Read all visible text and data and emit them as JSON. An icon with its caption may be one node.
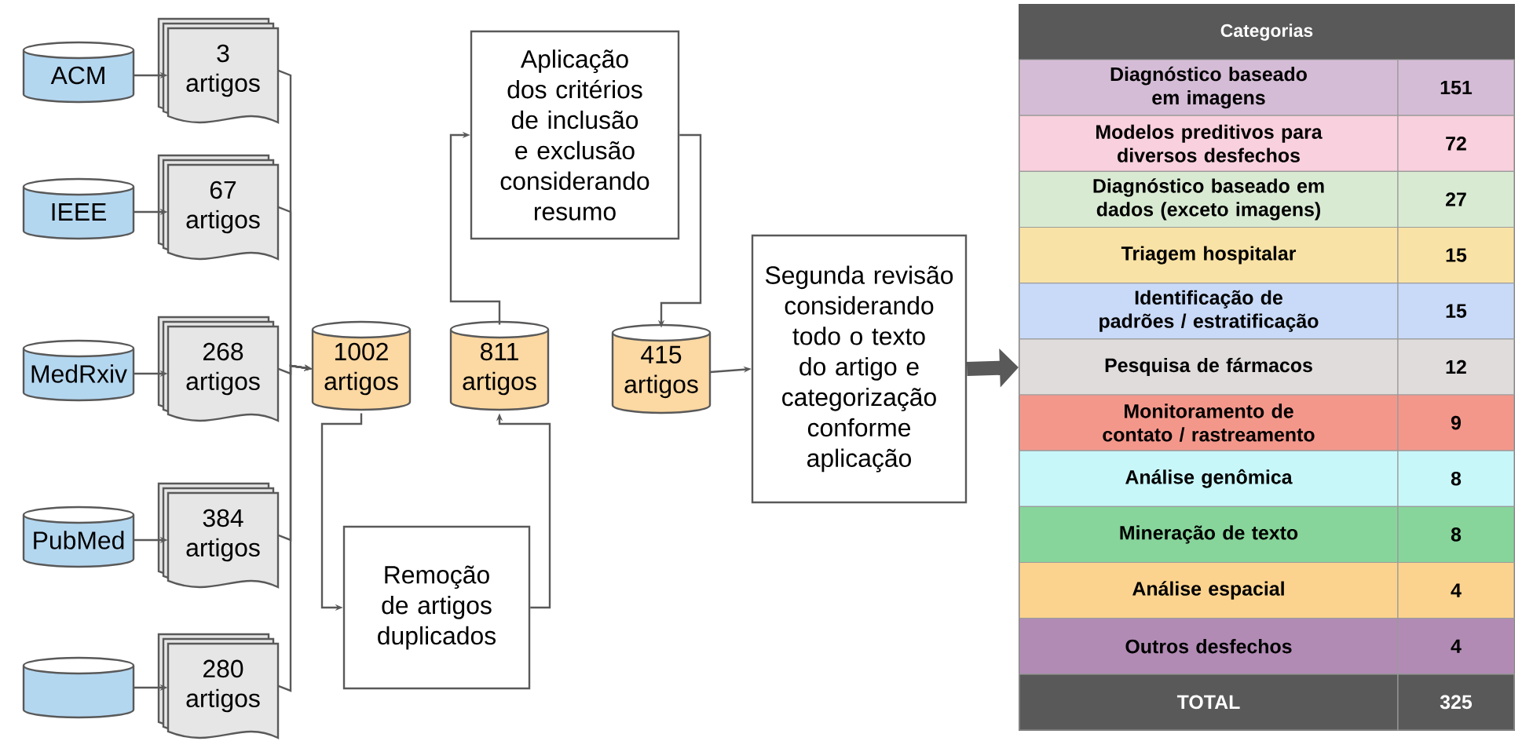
{
  "diagram": {
    "nodes": [
      {
        "text": [
          "ACM"
        ]
      },
      {
        "text": [
          "IEEE"
        ]
      },
      {
        "text": [
          "MedRxiv"
        ]
      },
      {
        "text": [
          "PubMed"
        ]
      },
      {
        "text": [],
        "shape": "cylinder"
      },
      {
        "text": [
          "3 artigos"
        ]
      },
      {
        "text": [
          "67 artigos"
        ]
      },
      {
        "text": [
          "268 artigos"
        ]
      },
      {
        "text": [
          "384 artigos"
        ]
      },
      {
        "text": [
          "280 artigos"
        ]
      },
      {
        "text": [
          "1002 artigos"
        ]
      },
      {
        "text": [
          "Remoção de artigos duplicados"
        ]
      },
      {
        "text": [
          "811 artigos"
        ]
      },
      {
        "text": [
          "Aplicação dos critérios de inclusão e exclusão considerando resumo"
        ]
      },
      {
        "text": [
          "415 artigos"
        ]
      },
      {
        "text": [
          "Segunda revisão considerando todo o texto do artigo e categorização conforme aplicação"
        ]
      },
      {
        "text": [
          "Categorias"
        ]
      }
    ],
    "edges": [
      {
        "from": 0,
        "to": 5,
        "arrow": "to"
      },
      {
        "from": 1,
        "to": 6,
        "arrow": "to"
      },
      {
        "from": 2,
        "to": 7,
        "arrow": "to"
      },
      {
        "from": 3,
        "to": 8,
        "arrow": "to"
      },
      {
        "from": 4,
        "to": 9,
        "arrow": "to"
      },
      {
        "from": 5,
        "to": 10,
        "arrow": "to"
      },
      {
        "from": 6,
        "to": 10,
        "arrow": "to"
      },
      {
        "from": 7,
        "to": 10,
        "arrow": "to"
      },
      {
        "from": 8,
        "to": 10,
        "arrow": "to"
      },
      {
        "from": 9,
        "to": 10,
        "arrow": "to"
      },
      {
        "from": 10,
        "to": 11,
        "arrow": "to"
      },
      {
        "from": 11,
        "to": 12,
        "arrow": "to"
      },
      {
        "from": 12,
        "to": 13,
        "arrow": "to"
      },
      {
        "from": 13,
        "to": 14,
        "arrow": "to"
      },
      {
        "from": 14,
        "to": 15,
        "arrow": "to"
      },
      {
        "from": 15,
        "to": 16,
        "arrow": "to",
        "style": "thick"
      }
    ],
    "labels": [
      "Diagnóstico baseado em imagens",
      "151",
      "Modelos preditivos para diversos desfechos",
      "72",
      "Diagnóstico baseado em dados (exceto imagens)",
      "27",
      "Triagem hospitalar",
      "15",
      "Identificação de padrões / estratificação",
      "15",
      "Pesquisa de fármacos",
      "12",
      "Monitoramento de contato / rastreamento",
      "9",
      "Análise genômica",
      "8",
      "Mineração de texto",
      "8",
      "Análise espacial",
      "4",
      "Outros desfechos",
      "4",
      "TOTAL",
      "325"
    ]
  }
}
